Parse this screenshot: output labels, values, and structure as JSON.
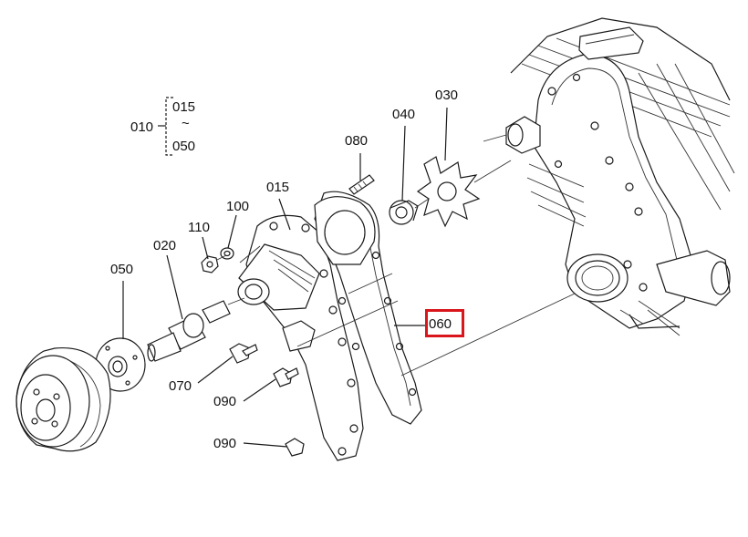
{
  "labels": {
    "p010": "010",
    "p015_top": "015",
    "p_tilde": "~",
    "p050_top": "050",
    "p080": "080",
    "p040": "040",
    "p030": "030",
    "p015": "015",
    "p100": "100",
    "p110": "110",
    "p020": "020",
    "p050": "050",
    "p060": "060",
    "p070": "070",
    "p090a": "090",
    "p090b": "090"
  },
  "highlight": {
    "part": "060",
    "color": "#d9161c"
  }
}
